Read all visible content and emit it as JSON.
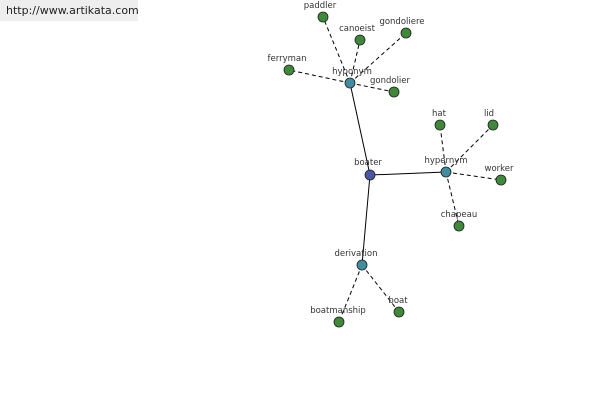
{
  "header": {
    "site_url": "http://www.artikata.com"
  },
  "graph": {
    "colors": {
      "center": "#4a57a6",
      "relation": "#3f8ea0",
      "word": "#3f8a3a"
    },
    "center": {
      "id": "boater",
      "label": "boater"
    },
    "relations": [
      {
        "id": "hyponym",
        "label": "hyponym",
        "words": [
          "paddler",
          "canoeist",
          "gondoliere",
          "ferryman",
          "gondolier"
        ]
      },
      {
        "id": "hypernym",
        "label": "hypernym",
        "words": [
          "hat",
          "lid",
          "worker",
          "chapeau"
        ]
      },
      {
        "id": "derivation",
        "label": "derivation",
        "words": [
          "boatmanship",
          "boat"
        ]
      }
    ]
  }
}
